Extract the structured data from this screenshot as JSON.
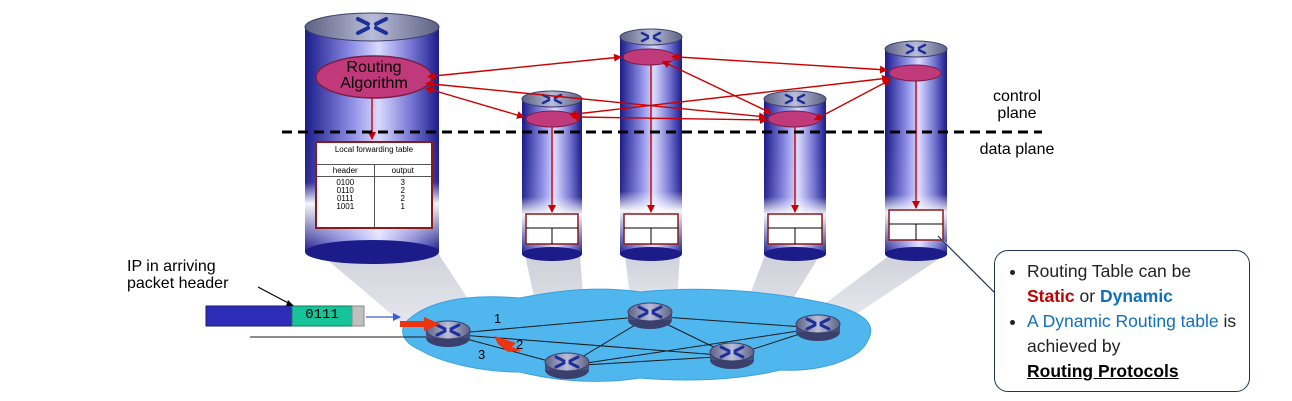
{
  "control_plane_label": "control plane",
  "data_plane_label": "data plane",
  "routing_algorithm_label": "Routing Algorithm",
  "forwarding_table": {
    "title": "Local forwarding table",
    "columns": [
      "header",
      "output"
    ],
    "headers": [
      "0100",
      "0110",
      "0111",
      "1001"
    ],
    "outputs": [
      "3",
      "2",
      "2",
      "1"
    ]
  },
  "ip_label": "IP in arriving packet header",
  "packet_header_value": "0111",
  "link_numbers": [
    "1",
    "2",
    "3"
  ],
  "callout": {
    "item1_part1": "Routing Table can be",
    "item1_static": "Static",
    "item1_or": "or",
    "item1_dynamic": "Dynamic",
    "item2_dynamic_routing": "A Dynamic Routing table",
    "item2_achieved": "is achieved by",
    "item2_protocols": "Routing Protocols"
  },
  "colors": {
    "accent_red": "#c00000",
    "accent_blue": "#1070c0",
    "arrow_red": "#cc0000",
    "cylinder_blue": "#2a2aa8",
    "network_blue": "#4fb6ee"
  },
  "icons": [
    "router-icon",
    "red-arrow-icon",
    "dashed-divider"
  ]
}
